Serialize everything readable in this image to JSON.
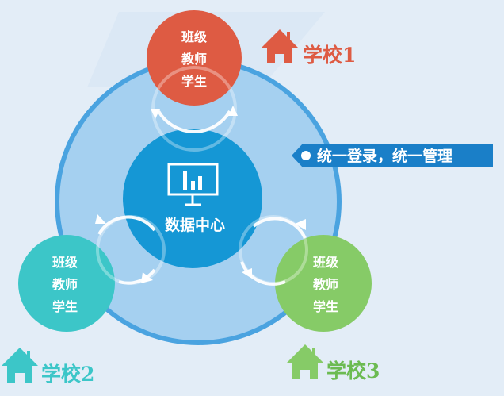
{
  "center": {
    "label": "数据中心",
    "icon": "presentation-chart-icon"
  },
  "banner": {
    "text": "统一登录，统一管理"
  },
  "schools": [
    {
      "name": "学校1",
      "color": "#de5b43",
      "lines": [
        "班级",
        "教师",
        "学生"
      ]
    },
    {
      "name": "学校2",
      "color": "#3cc6c8",
      "lines": [
        "班级",
        "教师",
        "学生"
      ]
    },
    {
      "name": "学校3",
      "color": "#86cb67",
      "lines": [
        "班级",
        "教师",
        "学生"
      ]
    }
  ],
  "colors": {
    "background": "#e3edf7",
    "outer_fill": "#a5d0f0",
    "outer_ring": "#4aa3e0",
    "center": "#1597d5",
    "banner": "#1a7fc8"
  }
}
